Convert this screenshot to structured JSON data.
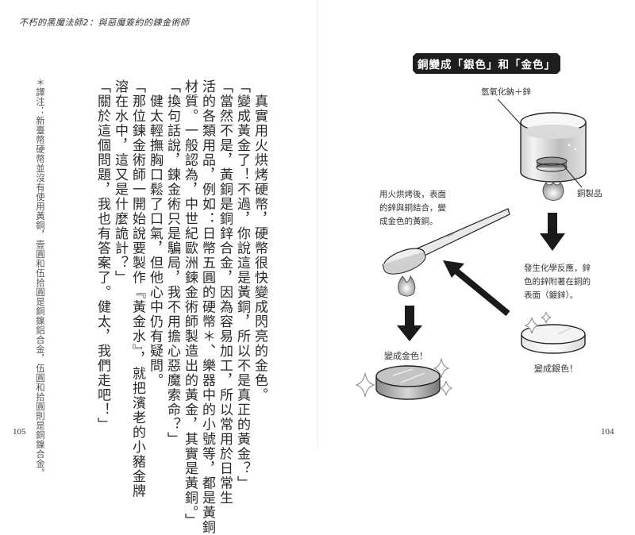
{
  "header": {
    "running_title": "不朽的黑魔法師2：與惡魔簽約的鍊金術師"
  },
  "left_page": {
    "page_number": "105",
    "columns": [
      "　真實用火烘烤硬幣，硬幣很快變成閃亮的金色。",
      "「變成黃金了！不過，你說這是黃銅，所以不是真正的黃金？」",
      "「當然不是，黃銅是銅鋅合金，因為容易加工，所以常用於日常生",
      "活的各類用品，例如：日幣五圓的硬幣＊、樂器中的小號等，都是黃銅",
      "材質。一般認為，中世紀歐洲鍊金術師製造出的黃金，其實是黃銅。」",
      "「換句話說，鍊金術只是騙局，我不用擔心惡魔索命？」",
      "　健太輕撫胸口鬆了口氣，但他心中仍有疑問。",
      "「那位鍊金術師一開始說要製作『黃金水』，就把濱老的小豬金牌",
      "溶在水中，這又是什麼詭計？」",
      "「關於這個問題，我也有答案了。健太，我們走吧！」"
    ],
    "footnote": "＊譯注：新臺幣硬幣並沒有使用黃銅，壹圓和伍拾圓是銅鎳鋁合金，伍圓和拾圓則是銅鎳合金。"
  },
  "right_page": {
    "page_number": "104",
    "diagram": {
      "title": "銅變成「銀色」和「金色」",
      "labels": {
        "solution": "氫氧化鈉＋鋅",
        "copper_item": "銅製品",
        "reaction_lines": [
          "發生化學反應，鋅",
          "色的鋅附著在銅的",
          "表面（鍍鋅）。"
        ],
        "turns_silver": "變成銀色！",
        "heating_lines": [
          "用火烘烤後，表面",
          "的鋅與銅結合，變",
          "成金色的黃銅。"
        ],
        "turns_gold": "變成金色！"
      }
    }
  },
  "colors": {
    "banner_bg": "#1e1e1e",
    "banner_text": "#ffffff",
    "body_text": "#2a2a2a",
    "arrow": "#1a1a1a"
  }
}
